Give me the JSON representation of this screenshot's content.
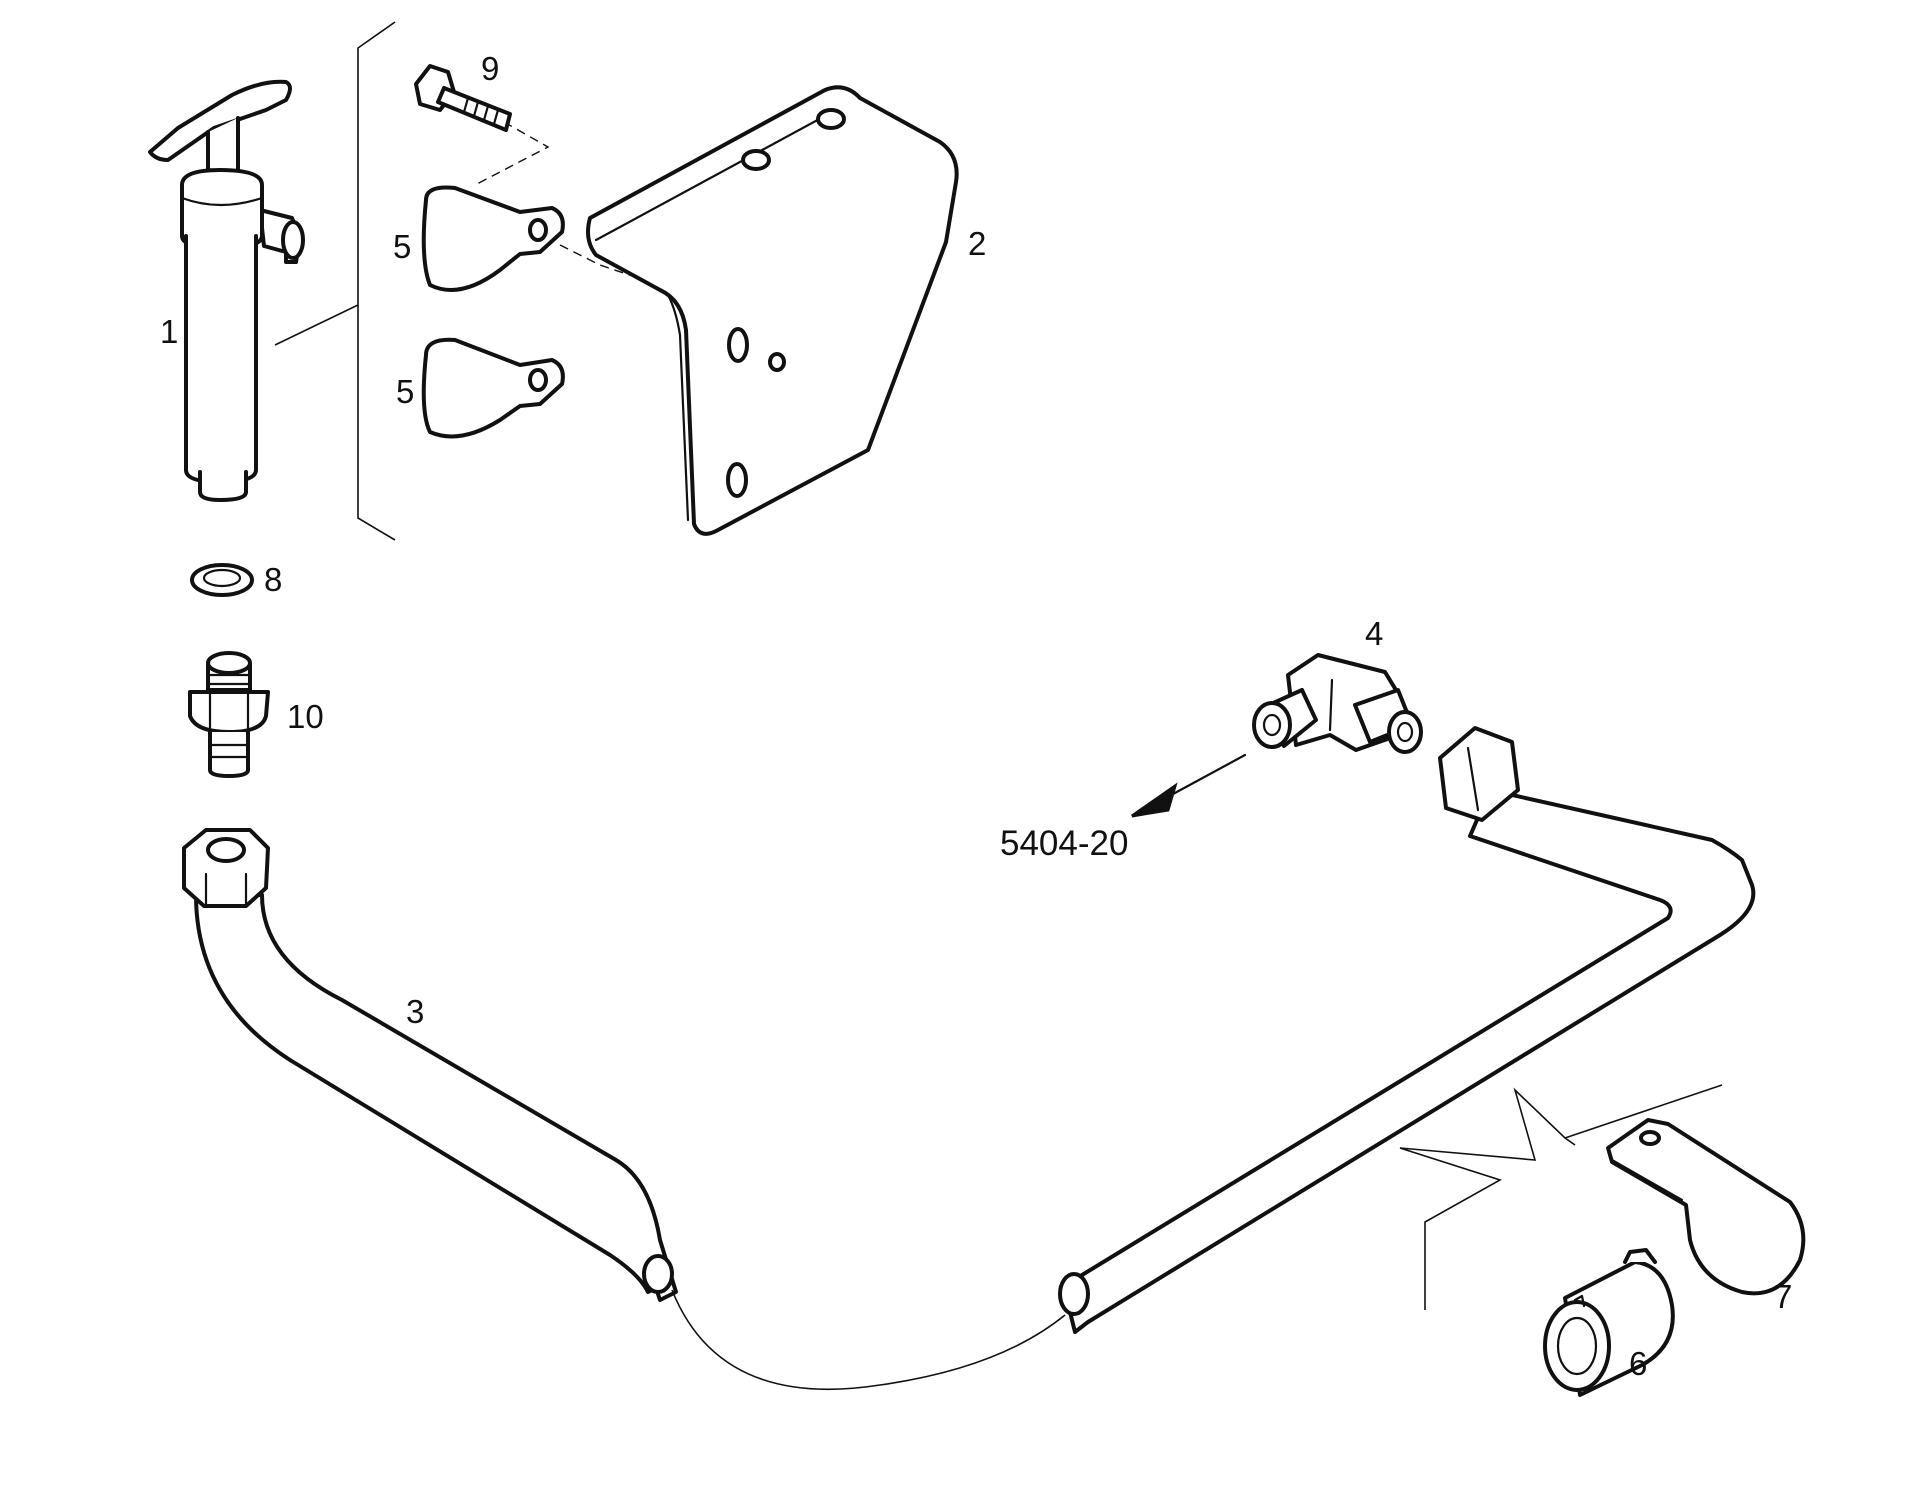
{
  "diagram": {
    "callouts": [
      {
        "id": "1",
        "label": "1"
      },
      {
        "id": "2",
        "label": "2"
      },
      {
        "id": "3",
        "label": "3"
      },
      {
        "id": "4",
        "label": "4"
      },
      {
        "id": "5a",
        "label": "5"
      },
      {
        "id": "5b",
        "label": "5"
      },
      {
        "id": "6",
        "label": "6"
      },
      {
        "id": "7",
        "label": "7"
      },
      {
        "id": "8",
        "label": "8"
      },
      {
        "id": "9",
        "label": "9"
      },
      {
        "id": "10",
        "label": "10"
      }
    ],
    "reference": "5404-20"
  }
}
